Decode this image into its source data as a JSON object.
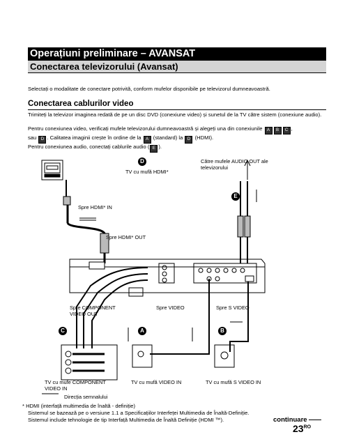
{
  "header": {
    "title": "Operațiuni preliminare – AVANSAT",
    "subtitle": "Conectarea televizorului (Avansat)"
  },
  "intro": "Selectați o modalitate de conectare potrivită, conform mufelor disponibile pe televizorul dumneavoastră.",
  "section": {
    "heading": "Conectarea cablurilor video",
    "p1": "Trimiteți la televizor imaginea redată de pe un disc DVD (conexiune video) și sunetul de la TV către sistem (conexiune audio).",
    "p2a": "Pentru conexiunea video, verificați mufele televizorului dumneavoastră și alegeți una din conexiunile",
    "p2b_pre": "sau",
    "p2b_mid": ". Calitatea imaginii crește în ordine de la",
    "p2b_std": "(standard) la",
    "p2b_end": "(HDMI).",
    "p3_pre": "Pentru conexiunea audio, conectați cablurile audio (",
    "p3_end": ")."
  },
  "diagram": {
    "badges": {
      "A": "A",
      "B": "B",
      "C": "C",
      "D": "D",
      "E": "E"
    },
    "labels": {
      "tv_hdmi": "TV cu mufă HDMI*",
      "audio_out": "Către mufele AUDIO OUT ale televizorului",
      "hdmi_in": "Spre HDMI* IN",
      "hdmi_out": "Spre HDMI* OUT",
      "component_out": "Spre COMPONENT VIDEO OUT",
      "video": "Spre VIDEO",
      "svideo": "Spre S VIDEO",
      "tv_component": "TV cu mufe COMPONENT VIDEO IN",
      "tv_video": "TV cu mufă VIDEO IN",
      "tv_svideo": "TV cu mufă S VIDEO IN",
      "signal_dir": "Direcția semnalului"
    }
  },
  "footnote": {
    "line1": "* HDMI (interfață multimedia de înaltă - definiție)",
    "line2": "Sistemul se bazează pe o versiune 1.1 a Specificațiilor Interfeței Multimedia de Înaltă-Definiție.",
    "line3": "Sistemul include tehnologie de tip Interfață Multimedia de Înaltă Definiție (HDMI ™)."
  },
  "footer": {
    "continue": "continuare",
    "page": "23",
    "suffix": "RO"
  }
}
